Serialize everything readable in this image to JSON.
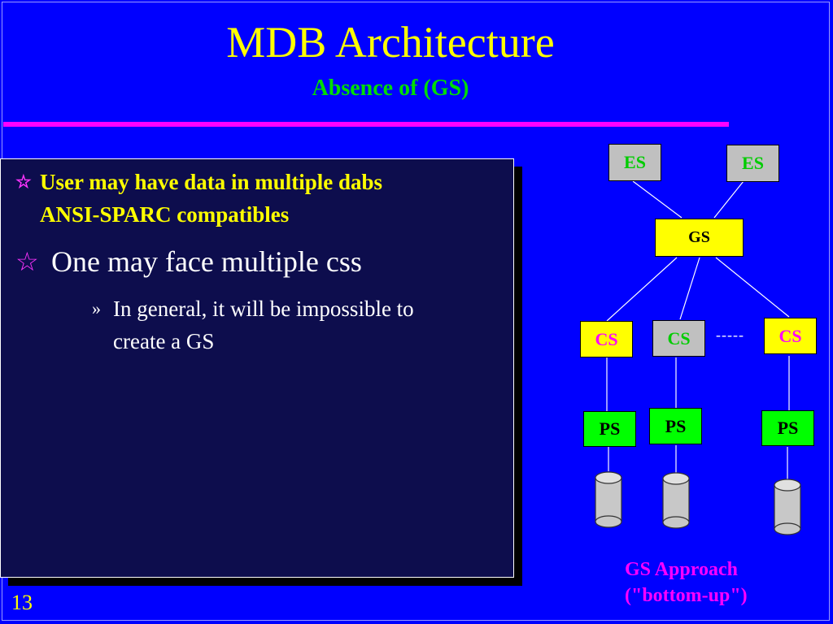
{
  "slide": {
    "title": "MDB Architecture",
    "subtitle": "Absence of  (GS)",
    "page_number": "13",
    "colors": {
      "background": "#0000ff",
      "title": "#ffff00",
      "subtitle": "#00dd00",
      "rule": "#ff00ff",
      "panel": "#0d0d4d"
    }
  },
  "content": {
    "bullet_icon": "star-icon",
    "bullets": [
      {
        "lines": [
          "User may have  data  in  multiple dabs",
          "ANSI-SPARC    compatibles"
        ]
      },
      {
        "text": "One may face multiple css"
      }
    ],
    "sub_bullet": {
      "marker": "»",
      "lines": [
        "In  general, it will be  impossible to",
        "create  a  GS"
      ]
    }
  },
  "diagram": {
    "es_boxes": [
      "ES",
      "ES"
    ],
    "gs_box": "GS",
    "cs_boxes": [
      "CS",
      "CS",
      "CS"
    ],
    "ellipsis": "-----",
    "ps_boxes": [
      "PS",
      "PS",
      "PS"
    ],
    "database_icon": "cylinder-database-icon",
    "caption_lines": [
      "GS Approach",
      "(\"bottom-up\")"
    ]
  }
}
